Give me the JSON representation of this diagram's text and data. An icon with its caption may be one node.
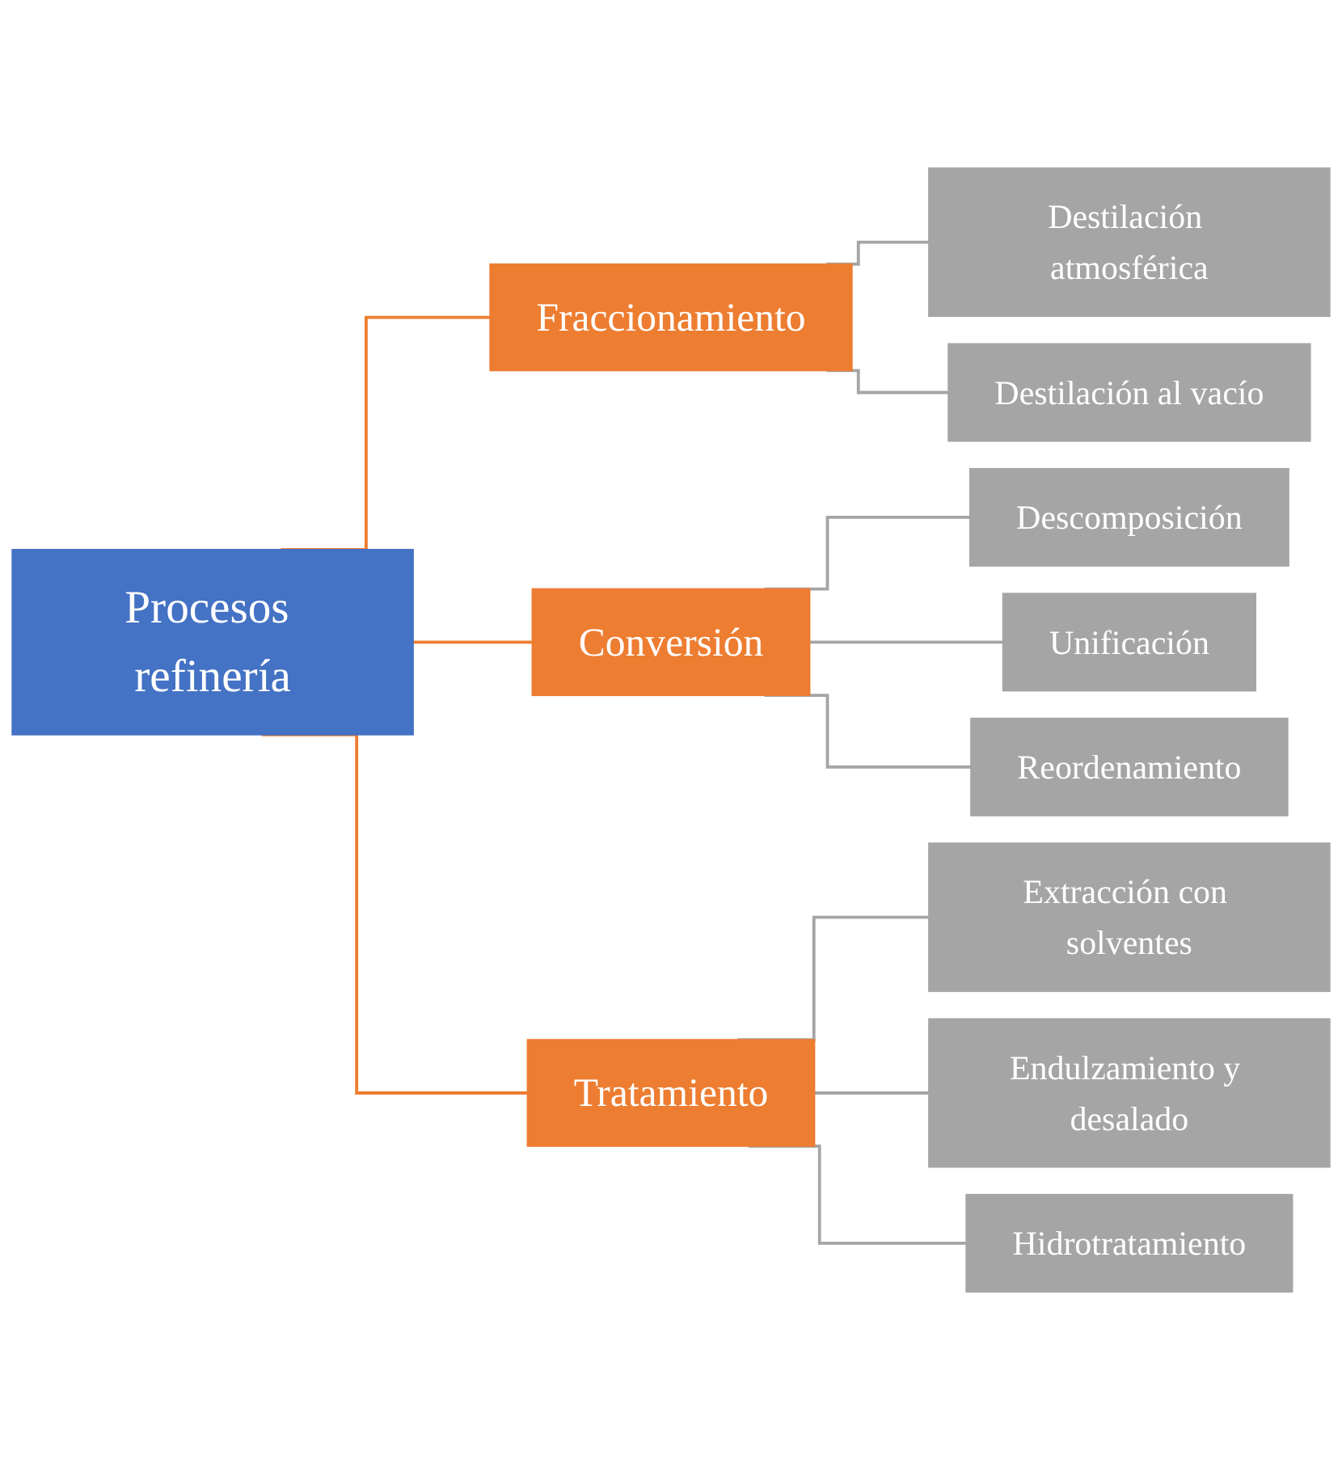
{
  "diagram": {
    "nodes": [
      {
        "text": [
          "Procesos refinería"
        ]
      },
      {
        "text": [
          "Fraccionamiento"
        ]
      },
      {
        "text": [
          "Destilación atmosférica"
        ]
      },
      {
        "text": [
          "Destilación al vacío"
        ]
      },
      {
        "text": [
          "Conversión"
        ]
      },
      {
        "text": [
          "Descomposición"
        ]
      },
      {
        "text": [
          "Unificación"
        ]
      },
      {
        "text": [
          "Reordenamiento"
        ]
      },
      {
        "text": [
          "Tratamiento"
        ]
      },
      {
        "text": [
          "Extracción con solventes"
        ]
      },
      {
        "text": [
          "Endulzamiento y desalado"
        ]
      },
      {
        "text": [
          "Hidrotratamiento"
        ]
      }
    ],
    "edges": [
      {
        "from": 0,
        "to": 1,
        "arrow": "none",
        "color": "#ed7d31"
      },
      {
        "from": 0,
        "to": 4,
        "arrow": "none",
        "color": "#ed7d31"
      },
      {
        "from": 0,
        "to": 8,
        "arrow": "none",
        "color": "#ed7d31"
      },
      {
        "from": 1,
        "to": 2,
        "arrow": "none"
      },
      {
        "from": 1,
        "to": 3,
        "arrow": "none"
      },
      {
        "from": 4,
        "to": 5,
        "arrow": "none"
      },
      {
        "from": 4,
        "to": 6,
        "arrow": "none"
      },
      {
        "from": 4,
        "to": 7,
        "arrow": "none"
      },
      {
        "from": 8,
        "to": 9,
        "arrow": "none"
      },
      {
        "from": 8,
        "to": 10,
        "arrow": "none"
      },
      {
        "from": 8,
        "to": 11,
        "arrow": "none"
      }
    ]
  }
}
